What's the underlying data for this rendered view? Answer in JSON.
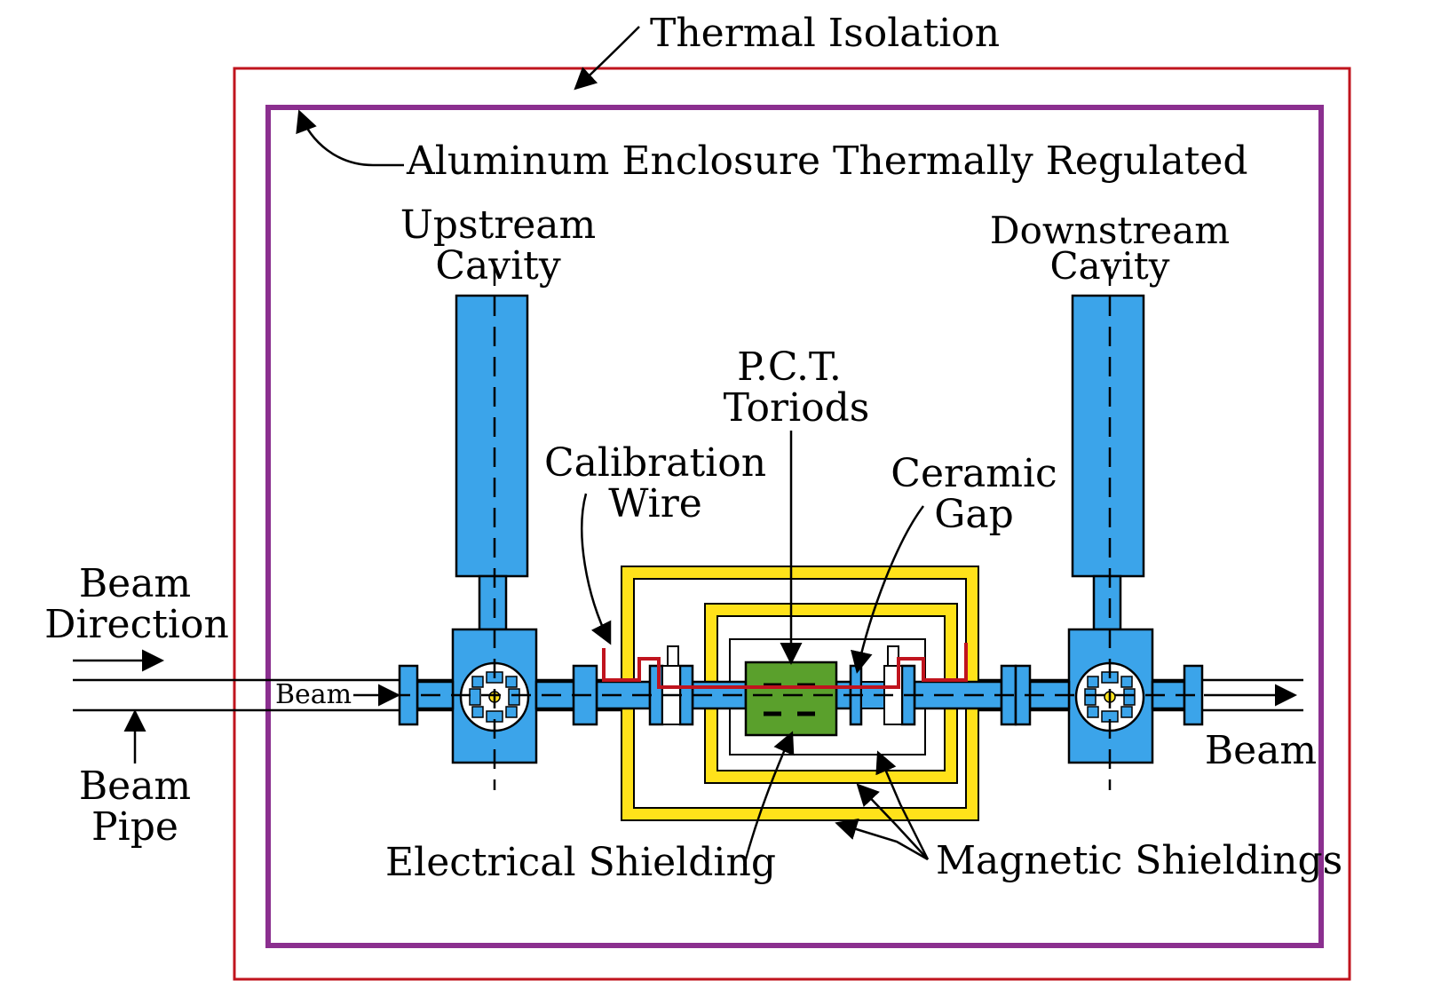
{
  "labels": {
    "thermal_isolation": "Thermal Isolation",
    "aluminum_enclosure": "Aluminum Enclosure Thermally Regulated",
    "upstream_cavity_1": "Upstream",
    "upstream_cavity_2": "Cavity",
    "downstream_cavity_1": "Downstream",
    "downstream_cavity_2": "Cavity",
    "pct_1": "P.C.T.",
    "pct_2": "Toriods",
    "calibration_1": "Calibration",
    "calibration_2": "Wire",
    "ceramic_1": "Ceramic",
    "ceramic_2": "Gap",
    "beam_direction_1": "Beam",
    "beam_direction_2": "Direction",
    "beam_pipe_1": "Beam",
    "beam_pipe_2": "Pipe",
    "beam_inner": "Beam",
    "beam_out": "Beam",
    "electrical_shielding": "Electrical Shielding",
    "magnetic_shieldings": "Magnetic Shieldings"
  },
  "colors": {
    "thermal_isolation_border": "#c0141e",
    "aluminum_enclosure_border": "#8b2f8f",
    "cavity_blue": "#3ba4ea",
    "magnetic_shield_yellow": "#ffe21a",
    "toroid_green": "#5aa02c",
    "calibration_wire_red": "#c0141e"
  },
  "icons": [
    "arrow-icon"
  ]
}
